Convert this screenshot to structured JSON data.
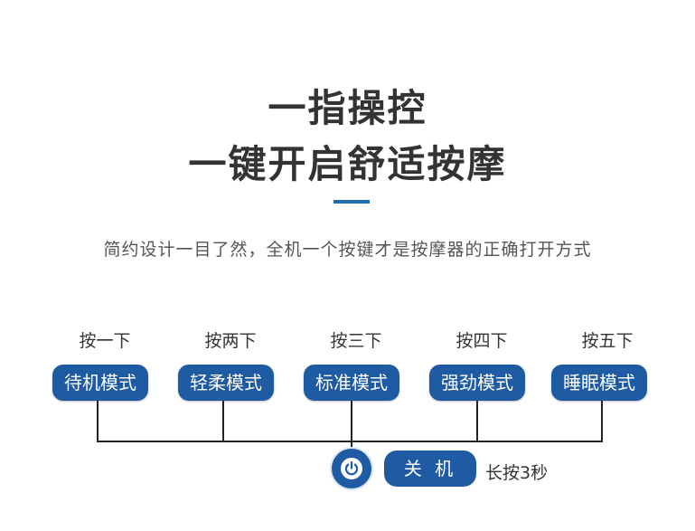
{
  "header": {
    "title_line1": "一指操控",
    "title_line2": "一键开启舒适按摩",
    "subtitle": "简约设计一目了然，全机一个按键才是按摩器的正确打开方式",
    "accent_color": "#1f6fb5"
  },
  "modes": [
    {
      "press": "按一下",
      "label": "待机模式"
    },
    {
      "press": "按两下",
      "label": "轻柔模式"
    },
    {
      "press": "按三下",
      "label": "标准模式"
    },
    {
      "press": "按四下",
      "label": "强劲模式"
    },
    {
      "press": "按五下",
      "label": "睡眠模式"
    }
  ],
  "power": {
    "icon": "power-icon",
    "off_label": "关 机",
    "hold_text": "长按3秒"
  },
  "colors": {
    "button_blue": "#1e5ba3",
    "line": "#222222"
  }
}
